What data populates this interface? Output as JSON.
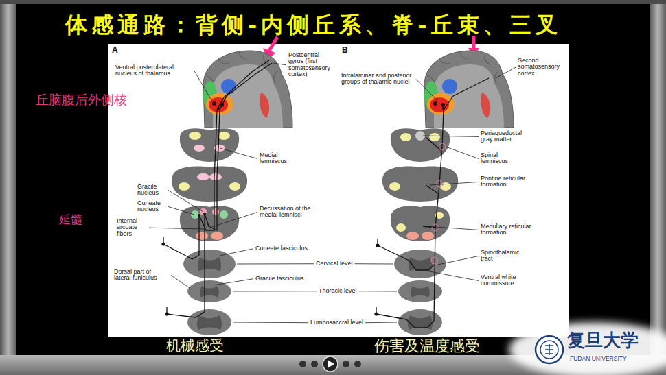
{
  "diagram": {
    "title": "体感通路：背侧-内侧丘系、脊-丘束、三叉",
    "labels": [
      "丘脑腹后外侧核",
      "延髓",
      "A",
      "Postcentral gyrus (first somatosensory cortex)",
      "Ventral posterolateral nucleus of thalamus",
      "Medial lemniscus",
      "Gracile nucleus",
      "Cuneate nucleus",
      "Internal arcuate fibers",
      "Decussation of the medial lemnisci",
      "Cuneate fasciculus",
      "Dorsal part of lateral funiculus",
      "Gracile fasciculus",
      "Cervical level",
      "Thoracic level",
      "Lumbosaccral level",
      "B",
      "Second somatosensory cortex",
      "Intralaminar and posterior groups of thalamic nuclei",
      "Periaqueductal gray matter",
      "Spinal lemniscus",
      "Pontine reticular formation",
      "Medullary reticular formation",
      "Spinothalamic tract",
      "Ventral white commissure",
      "机械感受",
      "伤害及温度感受",
      "复旦大学",
      "FUDAN UNIVERSITY"
    ]
  }
}
